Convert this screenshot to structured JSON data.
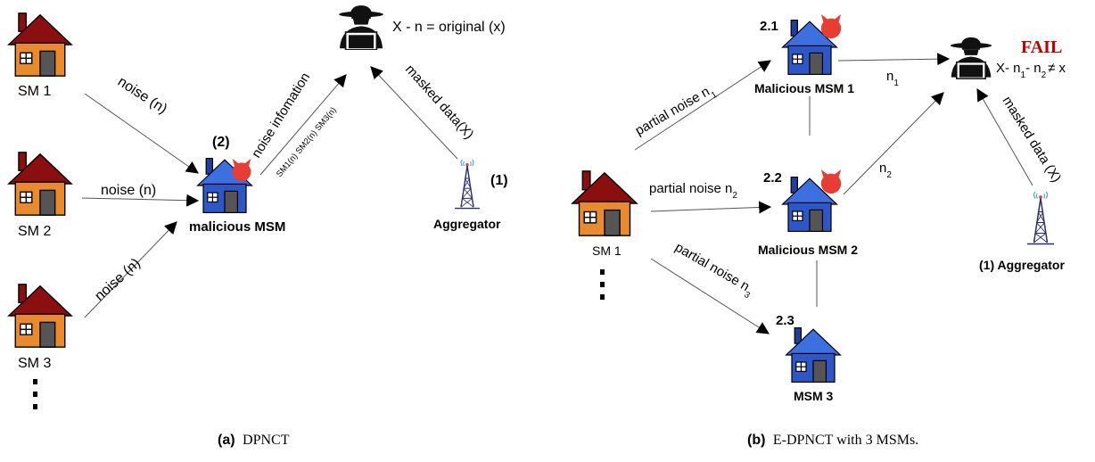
{
  "colors": {
    "house_orange": "#e98a2c",
    "house_roof": "#8b0f0f",
    "house_blue": "#2b57c9",
    "house_blue_roof": "#3c6fe0",
    "devil_red": "#e83d35",
    "fail_red": "#c00000"
  },
  "icons": [
    "house-icon",
    "hacker-icon",
    "devil-icon",
    "tower-icon"
  ],
  "left": {
    "sm1": "SM 1",
    "sm2": "SM 2",
    "sm3": "SM 3",
    "noise1": "noise (n)",
    "noise2": "noise (n)",
    "noise3": "noise (n)",
    "msm_num": "(2)",
    "msm_label": "malicious MSM",
    "noise_info": "noise infomation",
    "noise_list": "SM1(n) SM2(n) SM3(n)",
    "equation": "X - n = original (x)",
    "masked": "masked data(X)",
    "agg_num": "(1)",
    "agg_label": "Aggregator",
    "caption_prefix": "(a)",
    "caption_text": "DPNCT"
  },
  "right": {
    "sm1": "SM 1",
    "pn1_base": "partial noise n",
    "pn1_sub": "1",
    "pn2_base": "partial noise n",
    "pn2_sub": "2",
    "pn3_base": "partial noise n",
    "pn3_sub": "3",
    "msm1_num": "2.1",
    "msm1_label": "Malicious MSM 1",
    "msm2_num": "2.2",
    "msm2_label": "Malicious MSM 2",
    "msm3_num": "2.3",
    "msm3_label": "MSM 3",
    "n1_base": "n",
    "n1_sub": "1",
    "n2_base": "n",
    "n2_sub": "2",
    "fail": "FAIL",
    "eq_a": "X- n",
    "eq_a_sub": "1",
    "eq_b": "- n",
    "eq_b_sub": "2",
    "eq_c": "≠ x",
    "masked": "masked data (X)",
    "agg_label": "(1) Aggregator",
    "caption_prefix": "(b)",
    "caption_text": "E-DPNCT with 3 MSMs."
  }
}
